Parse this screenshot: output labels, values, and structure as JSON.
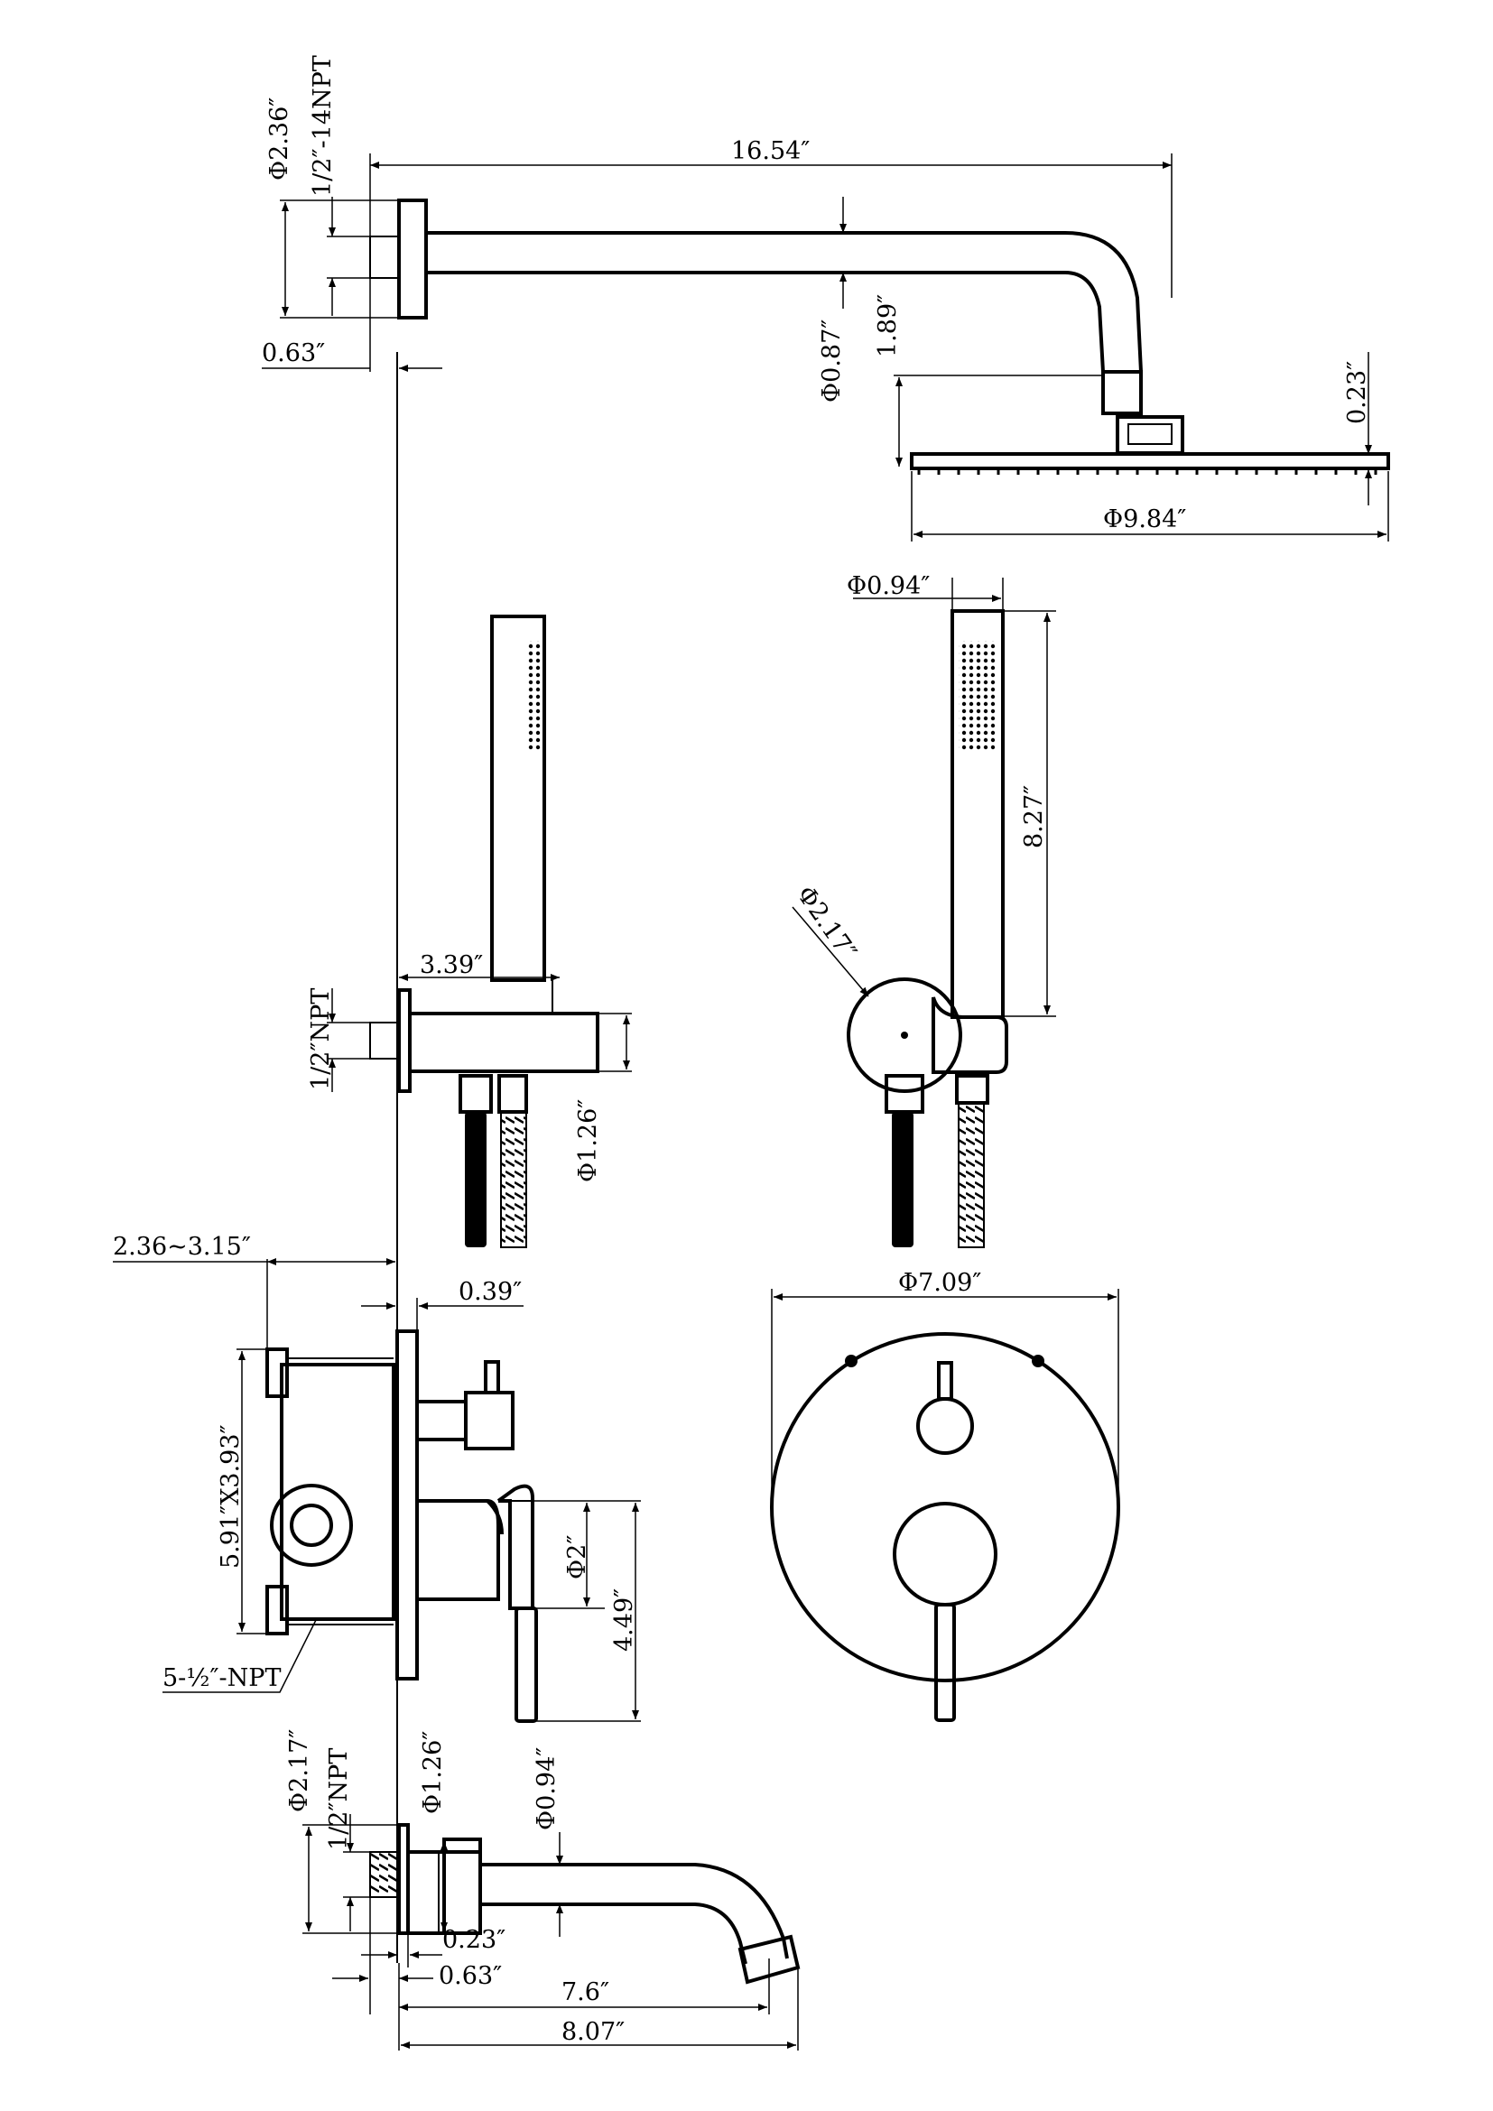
{
  "drawing": {
    "wall_line": "wall-line",
    "shower_arm": {
      "flange_diameter": "Φ2.36″",
      "thread": "1/2″-14NPT",
      "arm_length": "16.54″",
      "arm_diameter": "Φ0.87″",
      "arm_drop": "1.89″",
      "wall_offset": "0.63″",
      "head_thickness": "0.23″",
      "head_diameter": "Φ9.84″"
    },
    "hand_shower": {
      "bracket_projection": "3.39″",
      "thread": "1/2″NPT",
      "outlet_diameter": "Φ1.26″",
      "handle_diameter": "Φ0.94″",
      "handle_length": "8.27″",
      "bracket_diameter": "Φ2.17″"
    },
    "valve": {
      "wall_depth_range": "2.36~3.15″",
      "plate_thickness": "0.39″",
      "box_size": "5.91″X3.93″",
      "ports": "5-½″-NPT",
      "handle_diameter": "Φ2″",
      "handle_projection": "4.49″",
      "trim_diameter": "Φ7.09″"
    },
    "tub_spout": {
      "flange_diameter": "Φ2.17″",
      "thread": "1/2″NPT",
      "body_diameter": "Φ1.26″",
      "spout_diameter": "Φ0.94″",
      "flange_gap": "0.23″",
      "wall_offset": "0.63″",
      "reach": "7.6″",
      "overall_length": "8.07″"
    }
  }
}
